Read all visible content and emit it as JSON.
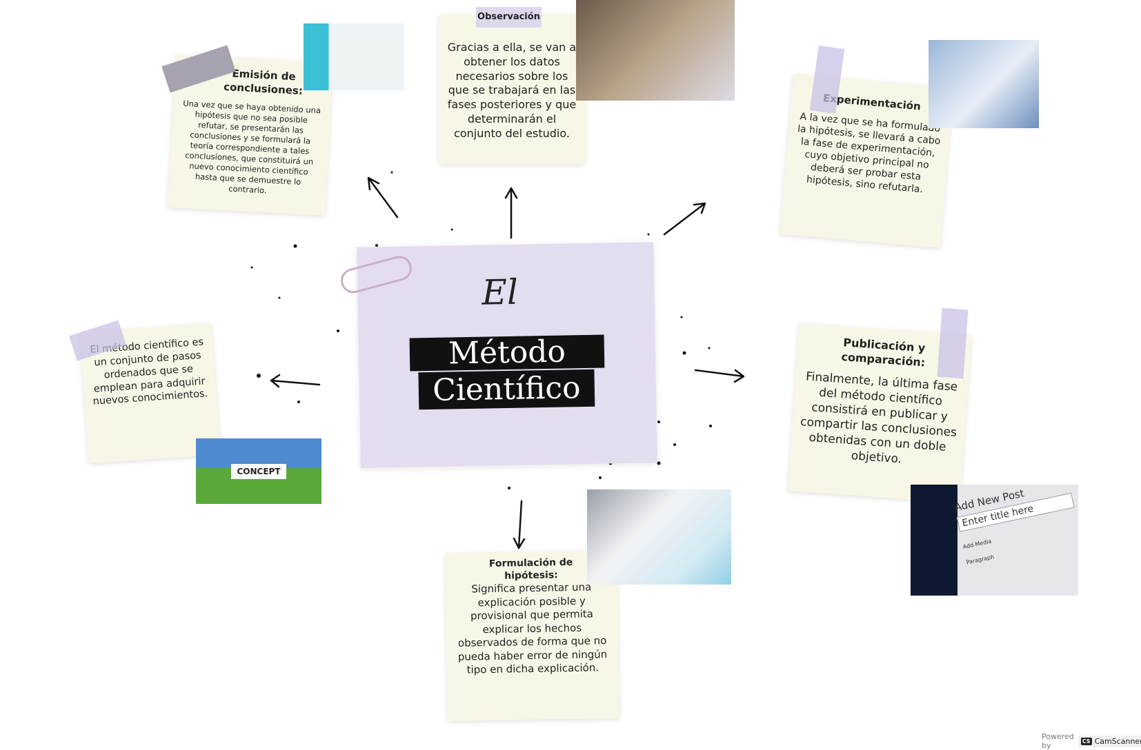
{
  "center": {
    "prefix": "El",
    "title_line1": "Método",
    "title_line2": "Científico"
  },
  "notes": {
    "intro": {
      "body": "El método científico es un conjunto de pasos ordenados que se emplean para adquirir nuevos conocimientos."
    },
    "observacion": {
      "title": "Observación",
      "body": "Gracias a ella, se van a obtener los datos necesarios sobre los que se trabajará en las fases posteriores y que determinarán el conjunto del estudio."
    },
    "formulacion": {
      "title": "Formulación de hipótesis:",
      "body": "Significa presentar una explicación posible y provisional que permita explicar los hechos observados de forma que no pueda haber error de ningún tipo en dicha explicación."
    },
    "experimentacion": {
      "title": "Experimentación",
      "body": "A la vez que se ha formulado la hipótesis, se llevará a cabo la fase de experimentación, cuyo objetivo principal no deberá ser probar esta hipótesis, sino refutarla."
    },
    "emision": {
      "title": "Emisión de conclusiones:",
      "body": "Una vez que se haya obtenido una hipótesis que no sea posible refutar, se presentarán las conclusiones y se formulará la teoría correspondiente a tales conclusiones, que constituirá un nuevo conocimiento científico hasta que se demuestre lo contrario."
    },
    "publicacion": {
      "title": "Publicación y comparación:",
      "body": "Finalmente, la última fase del método científico consistirá en publicar y compartir las conclusiones obtenidas con un doble objetivo."
    }
  },
  "images": {
    "concept": {
      "label": "CONCEPT"
    },
    "post": {
      "heading": "Add New Post",
      "placeholder": "Enter title here",
      "media": "Add Media",
      "format": "Paragraph"
    }
  },
  "watermark": {
    "powered": "Powered by",
    "brand": "CamScanner",
    "logo": "CS"
  },
  "colors": {
    "note": "#f8f6e6",
    "center_card": "#e4dcef",
    "tape": "#d8d0ec",
    "title_bar": "#111111"
  }
}
